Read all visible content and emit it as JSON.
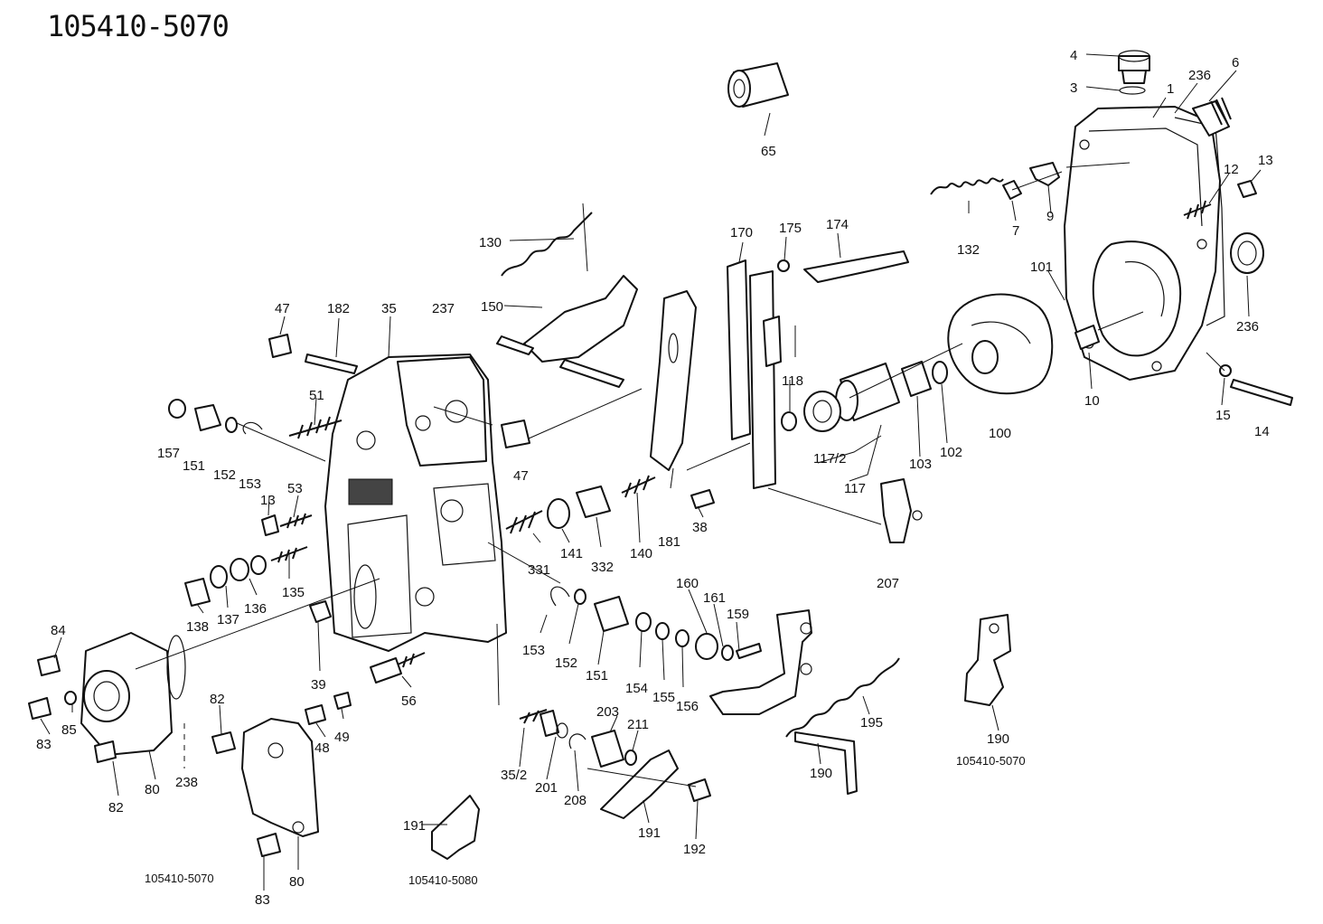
{
  "title": "105410-5070",
  "captions": {
    "bottom_left": "105410-5070",
    "bottom_mid": "105410-5080",
    "right": "105410-5070"
  },
  "labels": {
    "p4": "4",
    "p3": "3",
    "p1": "1",
    "p236a": "236",
    "p6": "6",
    "p65": "65",
    "p12": "12",
    "p13a": "13",
    "p132": "132",
    "p7": "7",
    "p9": "9",
    "p130": "130",
    "p170": "170",
    "p175": "175",
    "p174": "174",
    "p101": "101",
    "p236b": "236",
    "p150": "150",
    "p47a": "47",
    "p182": "182",
    "p35": "35",
    "p237": "237",
    "p118": "118",
    "p10": "10",
    "p15": "15",
    "p14": "14",
    "p51": "51",
    "p157": "157",
    "p151a": "151",
    "p152a": "152",
    "p153a": "153",
    "p47b": "47",
    "p117_2": "117/2",
    "p103": "103",
    "p102": "102",
    "p100": "100",
    "p117": "117",
    "p13b": "13",
    "p53": "53",
    "p38": "38",
    "p181": "181",
    "p331": "331",
    "p141": "141",
    "p332": "332",
    "p140": "140",
    "p207": "207",
    "p135": "135",
    "p136": "136",
    "p137": "137",
    "p138": "138",
    "p160": "160",
    "p161": "161",
    "p159": "159",
    "p153b": "153",
    "p152b": "152",
    "p151b": "151",
    "p154": "154",
    "p155": "155",
    "p156": "156",
    "p84": "84",
    "p39": "39",
    "p56": "56",
    "p82a": "82",
    "p49": "49",
    "p48": "48",
    "p85": "85",
    "p83a": "83",
    "p82b": "82",
    "p80a": "80",
    "p238": "238",
    "p195": "195",
    "p190a": "190",
    "p190b": "190",
    "p203": "203",
    "p211": "211",
    "p35_2": "35/2",
    "p201": "201",
    "p208": "208",
    "p191a": "191",
    "p192": "192",
    "p191b": "191",
    "p83b": "83",
    "p80b": "80"
  }
}
